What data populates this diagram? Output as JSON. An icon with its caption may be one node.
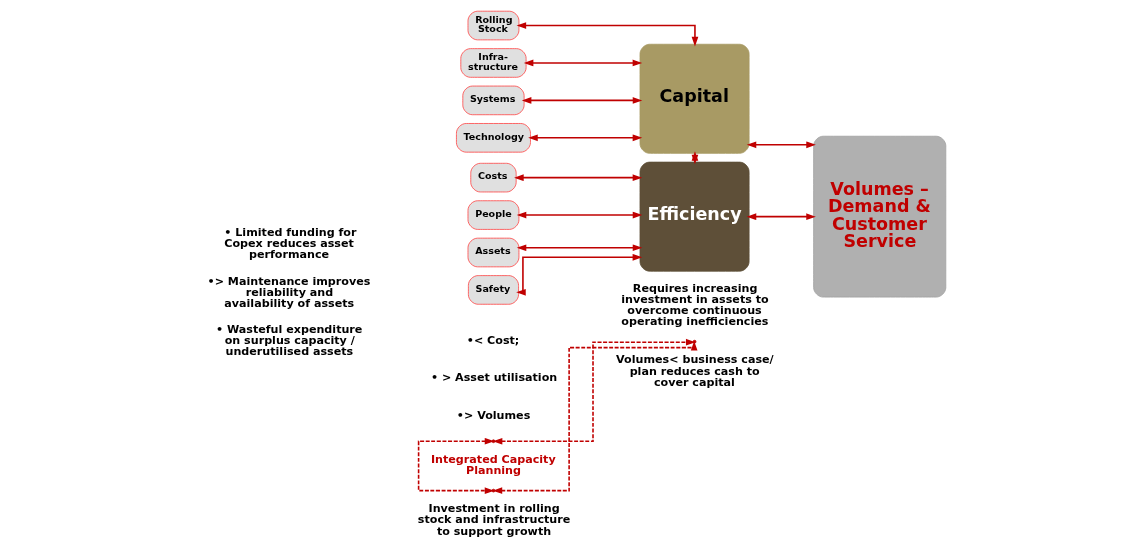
{
  "diagram": {
    "nodes": [
      {
        "text": [
          "Costs"
        ]
      },
      {
        "text": [
          "People"
        ]
      },
      {
        "text": [
          "Assets"
        ]
      },
      {
        "text": [
          "Safety"
        ]
      },
      {
        "text": [
          "Efficiency"
        ]
      },
      {
        "text": [
          "Rolling Stock"
        ]
      },
      {
        "text": [
          "Infra- structure"
        ]
      },
      {
        "text": [
          "Systems"
        ]
      },
      {
        "text": [
          "Technology"
        ]
      },
      {
        "text": [
          "Capital"
        ]
      },
      {
        "text": [
          "Volumes – Demand & Customer Service"
        ]
      },
      {
        "text": [],
        "shape": "point"
      },
      {
        "text": [],
        "shape": "point"
      },
      {
        "text": [],
        "shape": "point"
      }
    ],
    "edges": [
      {
        "from": 0,
        "to": 4,
        "arrow": "both"
      },
      {
        "from": 1,
        "to": 4,
        "arrow": "both"
      },
      {
        "from": 2,
        "to": 4,
        "arrow": "both"
      },
      {
        "from": 3,
        "to": 4,
        "arrow": "both"
      },
      {
        "from": 5,
        "to": 9,
        "arrow": "both"
      },
      {
        "from": 6,
        "to": 9,
        "arrow": "both"
      },
      {
        "from": 7,
        "to": 9,
        "arrow": "both"
      },
      {
        "from": 8,
        "to": 9,
        "arrow": "both"
      },
      {
        "from": 4,
        "to": 9,
        "arrow": "both"
      },
      {
        "from": 4,
        "to": 10,
        "arrow": "both"
      },
      {
        "from": 9,
        "to": 10,
        "arrow": "both"
      },
      {
        "from": 11,
        "to": 12,
        "arrow": "both",
        "style": "dashed"
      },
      {
        "from": 11,
        "to": 13,
        "arrow": "both",
        "style": "dashed"
      },
      {
        "from": 12,
        "to": 13,
        "arrow": "both",
        "style": "dashed"
      }
    ],
    "labels": [
      "•< Cost;",
      "• > Asset utilisation",
      "•> Volumes",
      "Requires increasing investment in assets to overcome continuous operating inefficiencies",
      "• Wasteful expenditure on surplus capacity / underutilised assets",
      "Integrated Capacity Planning",
      "•> Maintenance improves reliability and availability of assets",
      "• Limited funding for Copex reduces asset performance",
      "Investment in rolling stock and infrastructure to support growth",
      "Volumes< business case/ plan reduces cash to cover capital"
    ]
  }
}
